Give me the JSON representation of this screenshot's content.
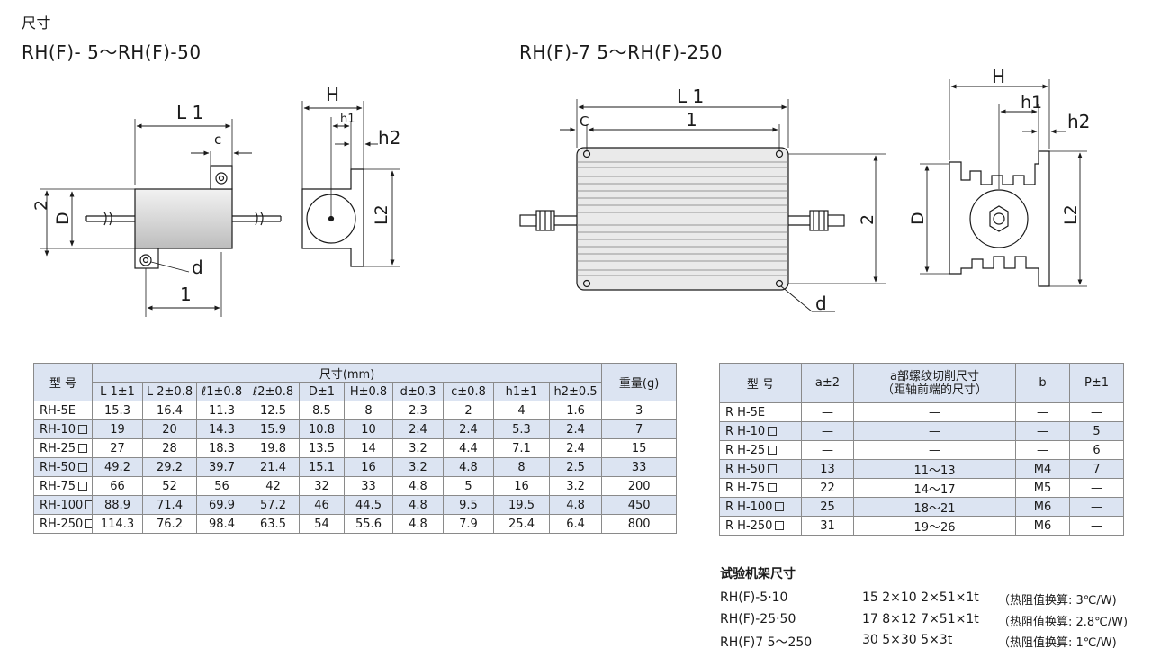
{
  "section_title": "尺寸",
  "drawings": {
    "left_title": "RH(F)- 5～RH(F)-50",
    "right_title": "RH(F)-7 5～RH(F)-250",
    "labels": {
      "L1": "L 1",
      "one": "1",
      "two": "2",
      "c": "c",
      "C": "C",
      "d": "d",
      "D": "D",
      "H": "H",
      "h1": "h1",
      "h2": "h2",
      "L2": "L2"
    }
  },
  "table1": {
    "model_header": "型 号",
    "group_header": "尺寸(mm)",
    "weight_header": "重量(g)",
    "columns": [
      "L 1±1",
      "L 2±0.8",
      "ℓ1±0.8",
      "ℓ2±0.8",
      "D±1",
      "H±0.8",
      "d±0.3",
      "c±0.8",
      "h1±1",
      "h2±0.5"
    ],
    "rows": [
      {
        "model": "RH-5E",
        "sq": false,
        "values": [
          "15.3",
          "16.4",
          "11.3",
          "12.5",
          "8.5",
          "8",
          "2.3",
          "2",
          "4",
          "1.6"
        ],
        "weight": "3"
      },
      {
        "model": "RH-10",
        "sq": true,
        "values": [
          "19",
          "20",
          "14.3",
          "15.9",
          "10.8",
          "10",
          "2.4",
          "2.4",
          "5.3",
          "2.4"
        ],
        "weight": "7"
      },
      {
        "model": "RH-25",
        "sq": true,
        "values": [
          "27",
          "28",
          "18.3",
          "19.8",
          "13.5",
          "14",
          "3.2",
          "4.4",
          "7.1",
          "2.4"
        ],
        "weight": "15"
      },
      {
        "model": "RH-50",
        "sq": true,
        "values": [
          "49.2",
          "29.2",
          "39.7",
          "21.4",
          "15.1",
          "16",
          "3.2",
          "4.8",
          "8",
          "2.5"
        ],
        "weight": "33"
      },
      {
        "model": "RH-75",
        "sq": true,
        "values": [
          "66",
          "52",
          "56",
          "42",
          "32",
          "33",
          "4.8",
          "5",
          "16",
          "3.2"
        ],
        "weight": "200"
      },
      {
        "model": "RH-100",
        "sq": true,
        "values": [
          "88.9",
          "71.4",
          "69.9",
          "57.2",
          "46",
          "44.5",
          "4.8",
          "9.5",
          "19.5",
          "4.8"
        ],
        "weight": "450"
      },
      {
        "model": "RH-250",
        "sq": true,
        "values": [
          "114.3",
          "76.2",
          "98.4",
          "63.5",
          "54",
          "55.6",
          "4.8",
          "7.9",
          "25.4",
          "6.4"
        ],
        "weight": "800"
      }
    ]
  },
  "table2": {
    "headers": {
      "model": "型 号",
      "a": "a±2",
      "thread_line1": "a部螺纹切削尺寸",
      "thread_line2": "（距轴前端的尺寸）",
      "b": "b",
      "p": "P±1"
    },
    "rows": [
      {
        "model": "R H-5E",
        "sq": false,
        "a": "—",
        "thread": "—",
        "b": "—",
        "p": "—"
      },
      {
        "model": "R H-10",
        "sq": true,
        "a": "—",
        "thread": "—",
        "b": "—",
        "p": "5"
      },
      {
        "model": "R H-25",
        "sq": true,
        "a": "—",
        "thread": "—",
        "b": "—",
        "p": "6"
      },
      {
        "model": "R H-50",
        "sq": true,
        "a": "13",
        "thread": "11～13",
        "b": "M4",
        "p": "7"
      },
      {
        "model": "R H-75",
        "sq": true,
        "a": "22",
        "thread": "14～17",
        "b": "M5",
        "p": "—"
      },
      {
        "model": "R H-100",
        "sq": true,
        "a": "25",
        "thread": "18～21",
        "b": "M6",
        "p": "—"
      },
      {
        "model": "R H-250",
        "sq": true,
        "a": "31",
        "thread": "19～26",
        "b": "M6",
        "p": "—"
      }
    ]
  },
  "fixture": {
    "title": "试验机架尺寸",
    "rows": [
      {
        "model": "RH(F)-5·10",
        "size": "15 2×10 2×51×1t",
        "note": "（热阻值换算: 3℃/W)"
      },
      {
        "model": "RH(F)-25·50",
        "size": "17 8×12 7×51×1t",
        "note": "（热阻值换算: 2.8℃/W)"
      },
      {
        "model": "RH(F)7 5～250",
        "size": "30 5×30 5×3t",
        "note": "（热阻值换算: 1℃/W)"
      }
    ]
  }
}
